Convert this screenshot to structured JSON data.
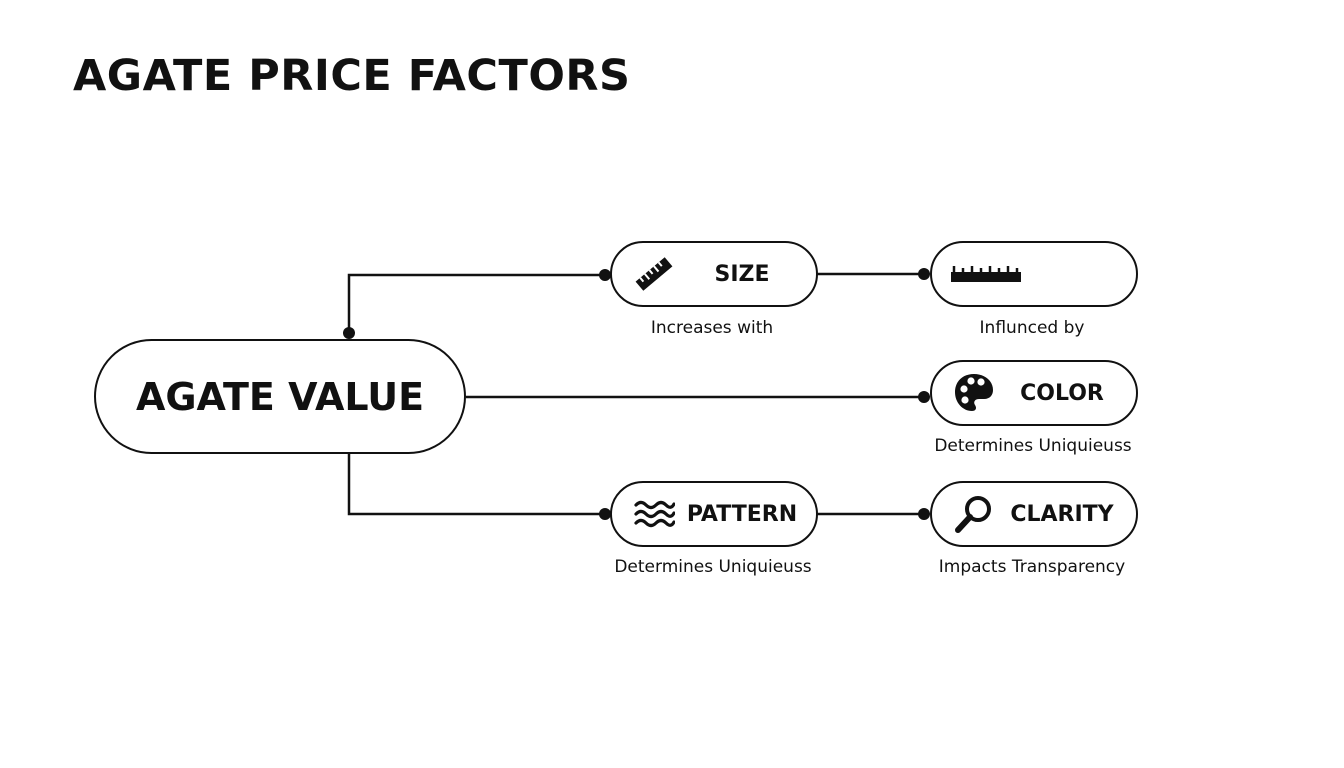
{
  "title": "AGATE PRICE FACTORS",
  "nodes": {
    "main": {
      "label": "AGATE VALUE"
    },
    "size": {
      "label": "SIZE",
      "icon": "ruler-icon",
      "caption": "Increases with"
    },
    "size_detail": {
      "label": "",
      "icon": "measuring-scale-icon",
      "caption": "Influnced by"
    },
    "color": {
      "label": "COLOR",
      "icon": "palette-icon",
      "caption": "Determines Uniquieuss"
    },
    "pattern": {
      "label": "PATTERN",
      "icon": "waves-icon",
      "caption": "Determines Uniquieuss"
    },
    "clarity": {
      "label": "CLARITY",
      "icon": "magnifier-icon",
      "caption": "Impacts Transparency"
    }
  },
  "colors": {
    "ink": "#111111",
    "background": "#ffffff"
  }
}
